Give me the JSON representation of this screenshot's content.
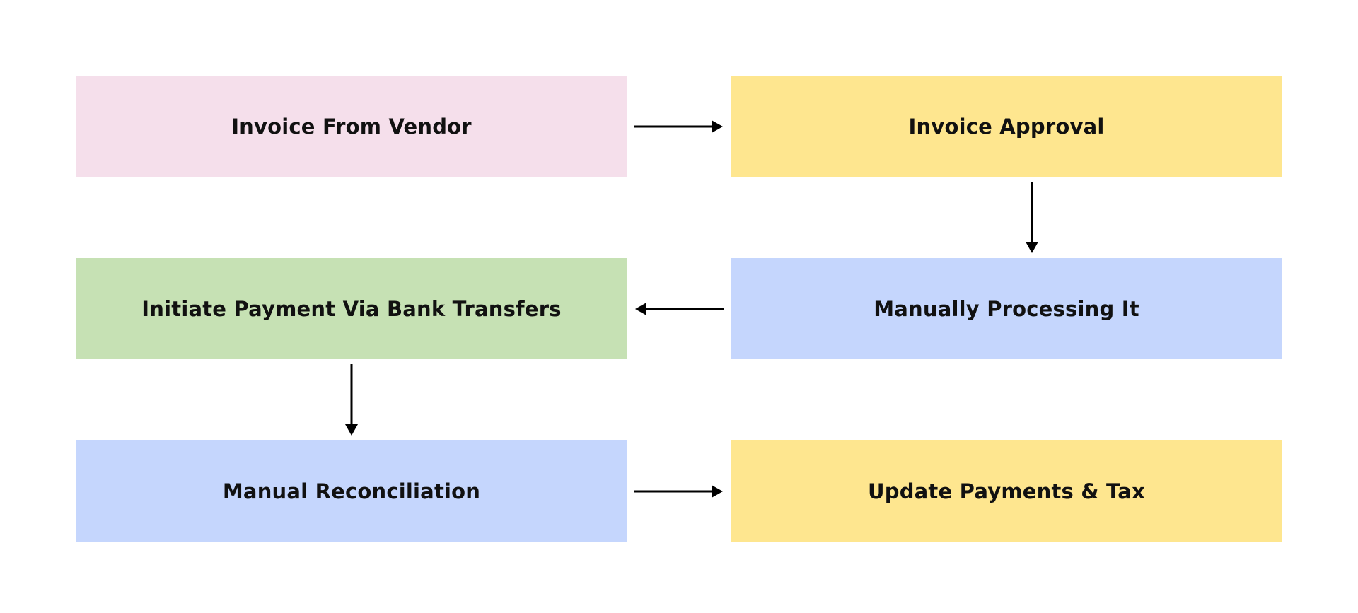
{
  "diagram": {
    "nodes": [
      {
        "id": "node-1",
        "label": "Invoice From Vendor",
        "color": "#f5dfeb"
      },
      {
        "id": "node-2",
        "label": "Invoice Approval",
        "color": "#fee68f"
      },
      {
        "id": "node-3",
        "label": "Initiate Payment Via Bank Transfers",
        "color": "#c6e1b4"
      },
      {
        "id": "node-4",
        "label": "Manually Processing It",
        "color": "#c5d6fd"
      },
      {
        "id": "node-5",
        "label": "Manual Reconciliation",
        "color": "#c5d6fd"
      },
      {
        "id": "node-6",
        "label": "Update Payments & Tax",
        "color": "#fee68f"
      }
    ],
    "edges": [
      {
        "from": "Invoice From Vendor",
        "to": "Invoice Approval"
      },
      {
        "from": "Invoice Approval",
        "to": "Manually Processing It"
      },
      {
        "from": "Manually Processing It",
        "to": "Initiate Payment Via Bank Transfers"
      },
      {
        "from": "Initiate Payment Via Bank Transfers",
        "to": "Manual Reconciliation"
      },
      {
        "from": "Manual Reconciliation",
        "to": "Update Payments & Tax"
      }
    ],
    "arrow_color": "#000000"
  }
}
